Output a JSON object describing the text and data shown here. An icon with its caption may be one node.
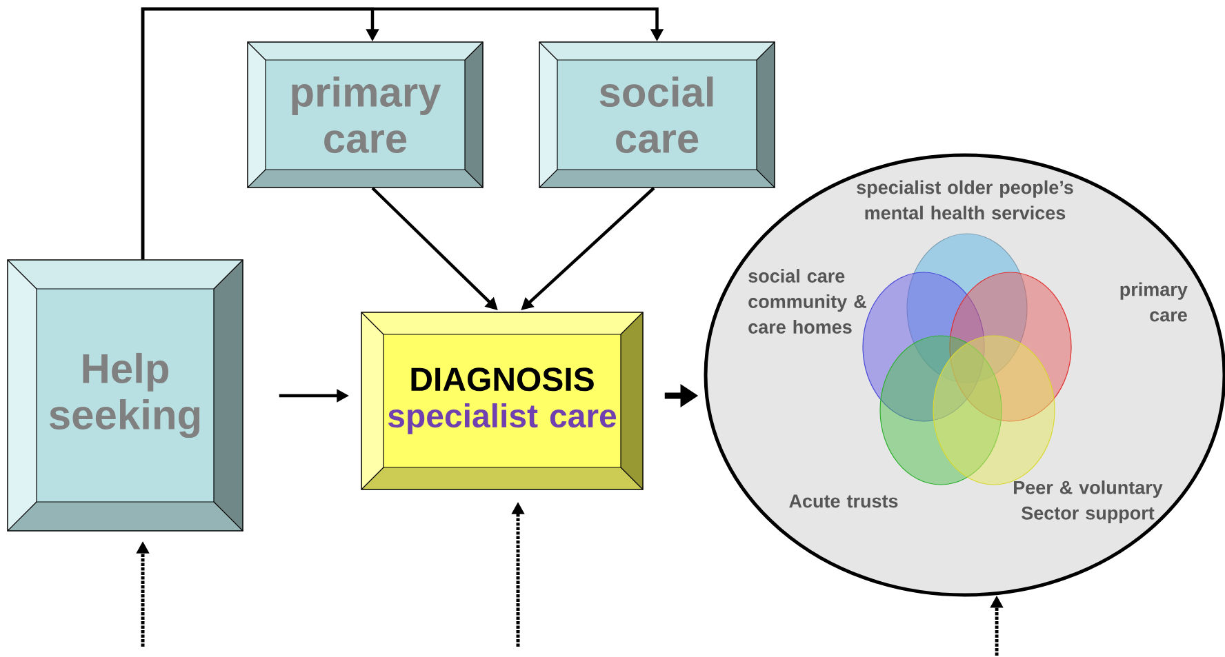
{
  "diagram": {
    "nodes": [
      {
        "text": [
          "Help seeking"
        ]
      },
      {
        "text": [
          "primary care"
        ]
      },
      {
        "text": [
          "social care"
        ]
      },
      {
        "text": [
          "DIAGNOSIS",
          "specialist care"
        ]
      },
      {
        "text": [],
        "shape": "ellipse"
      },
      {
        "text": [
          "specialist older people’s mental health services"
        ],
        "in": 4
      },
      {
        "text": [
          "social care community & care homes"
        ],
        "in": 4
      },
      {
        "text": [
          "primary care"
        ],
        "in": 4
      },
      {
        "text": [
          "Acute trusts"
        ],
        "in": 4
      },
      {
        "text": [
          "Peer & voluntary Sector support"
        ],
        "in": 4
      }
    ],
    "edges": [
      {
        "from": 0,
        "to": 1,
        "arrow": "to"
      },
      {
        "from": 0,
        "to": 2,
        "arrow": "to"
      },
      {
        "from": 1,
        "to": 3,
        "arrow": "to"
      },
      {
        "from": 2,
        "to": 3,
        "arrow": "to"
      },
      {
        "from": 0,
        "to": 3,
        "arrow": "to"
      },
      {
        "from": 3,
        "to": 4,
        "arrow": "to",
        "style": "thick"
      },
      {
        "from": null,
        "to": 0,
        "arrow": "to",
        "style": "dashed"
      },
      {
        "from": null,
        "to": 3,
        "arrow": "to",
        "style": "dashed"
      },
      {
        "from": null,
        "to": 4,
        "arrow": "to",
        "style": "dashed"
      }
    ]
  }
}
